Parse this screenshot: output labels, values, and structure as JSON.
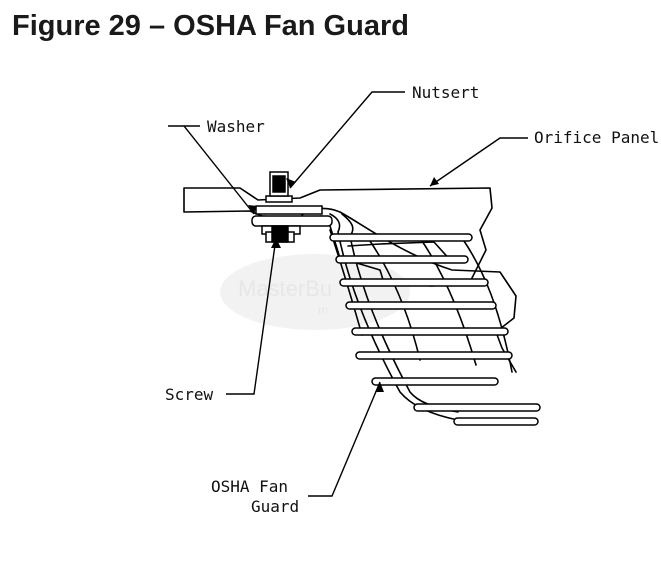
{
  "figure": {
    "title": "Figure 29 – OSHA Fan Guard"
  },
  "labels": {
    "nutsert": "Nutsert",
    "washer": "Washer",
    "orifice_panel": "Orifice Panel",
    "screw": "Screw",
    "guard_line1": "OSHA Fan",
    "guard_line2": "Guard"
  },
  "watermark": {
    "line1": "MasterBu",
    "line2": "m"
  },
  "colors": {
    "line": "#000000",
    "title": "#1a1a1a",
    "watermark": "#e7e7e7"
  }
}
